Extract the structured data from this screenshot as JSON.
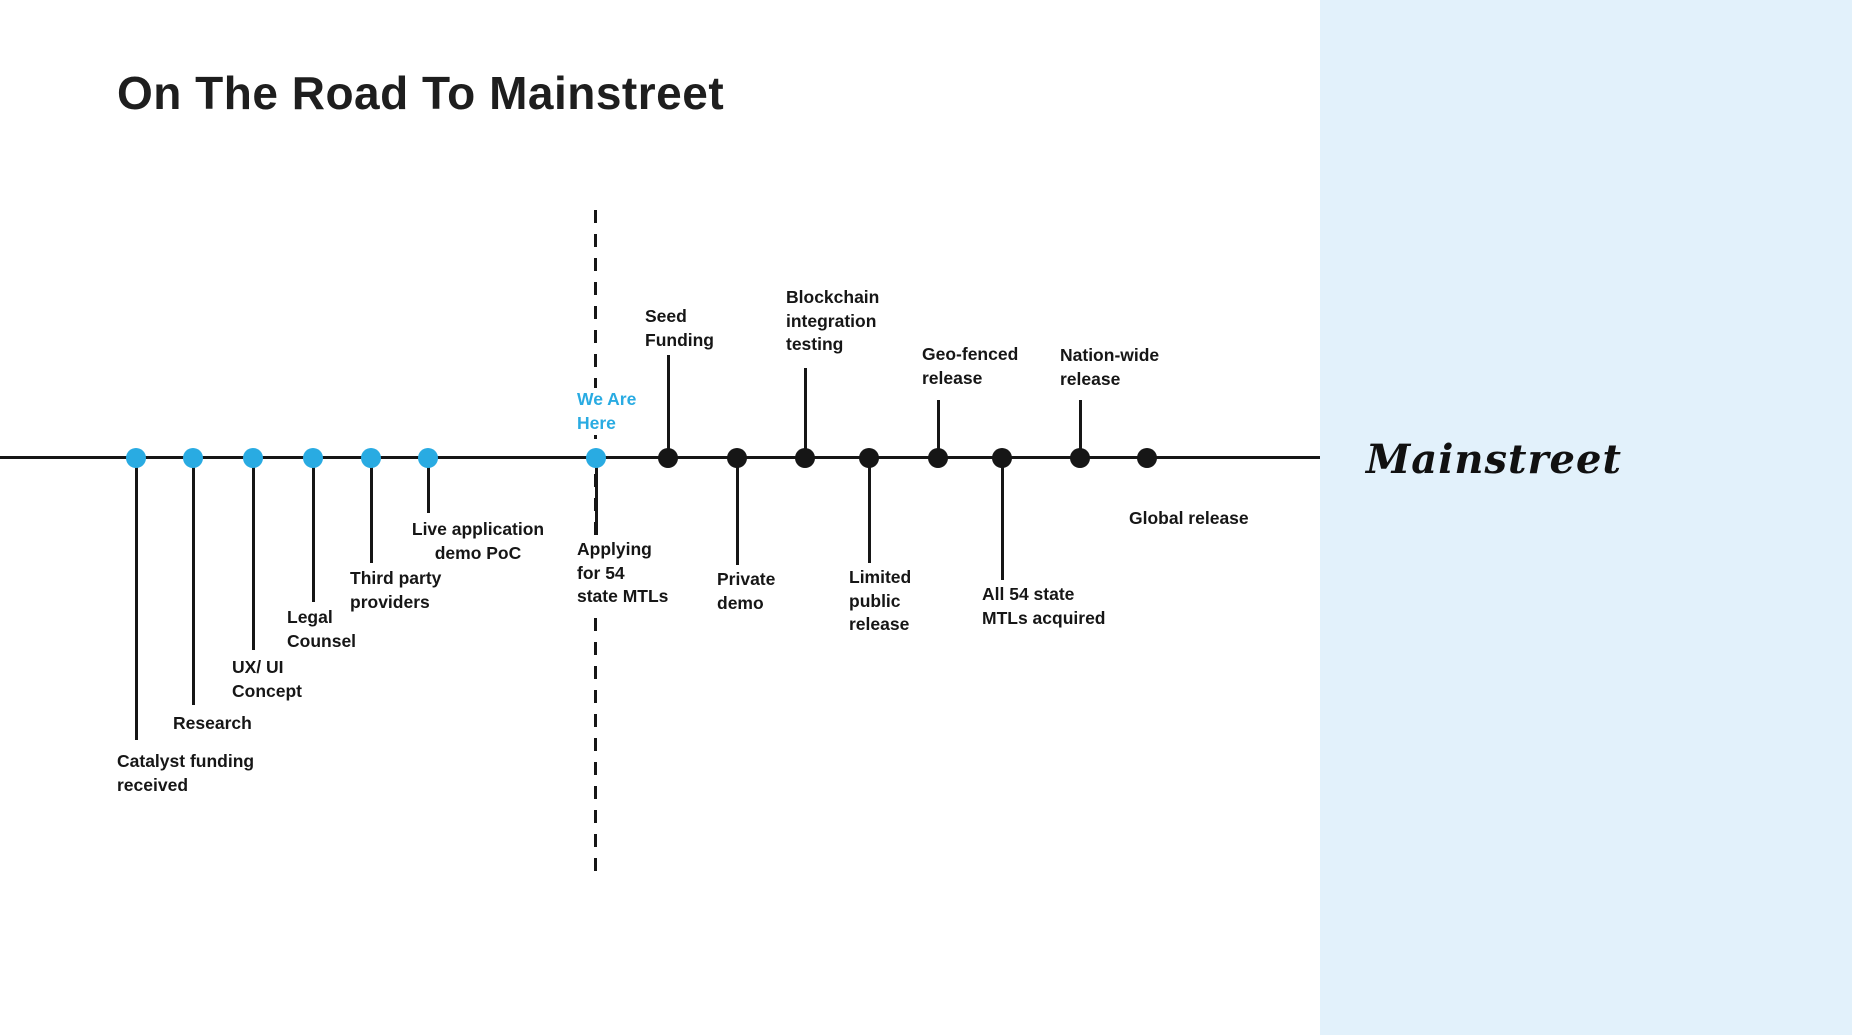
{
  "page": {
    "title": "On The Road To Mainstreet",
    "brand": "Mainstreet",
    "we_are_here": "We Are\nHere"
  },
  "colors": {
    "done_accent": "#29abe2",
    "future": "#161616",
    "brand_panel": "#e2f1fb"
  },
  "milestones": [
    {
      "label": "Catalyst funding\nreceived",
      "status": "done",
      "side": "below"
    },
    {
      "label": "Research",
      "status": "done",
      "side": "below"
    },
    {
      "label": "UX/ UI\nConcept",
      "status": "done",
      "side": "below"
    },
    {
      "label": "Legal\nCounsel",
      "status": "done",
      "side": "below"
    },
    {
      "label": "Third party\nproviders",
      "status": "done",
      "side": "below"
    },
    {
      "label": "Live application\ndemo PoC",
      "status": "done",
      "side": "below"
    },
    {
      "label": "Applying\nfor 54\nstate MTLs",
      "status": "done",
      "side": "below"
    },
    {
      "label": "Seed\nFunding",
      "status": "upcoming",
      "side": "above"
    },
    {
      "label": "Private\ndemo",
      "status": "upcoming",
      "side": "below"
    },
    {
      "label": "Blockchain\nintegration\ntesting",
      "status": "upcoming",
      "side": "above"
    },
    {
      "label": "Limited\npublic\nrelease",
      "status": "upcoming",
      "side": "below"
    },
    {
      "label": "Geo-fenced\nrelease",
      "status": "upcoming",
      "side": "above"
    },
    {
      "label": "All 54 state\nMTLs acquired",
      "status": "upcoming",
      "side": "below"
    },
    {
      "label": "Nation-wide\nrelease",
      "status": "upcoming",
      "side": "above"
    },
    {
      "label": "Global release",
      "status": "upcoming",
      "side": "below"
    }
  ]
}
